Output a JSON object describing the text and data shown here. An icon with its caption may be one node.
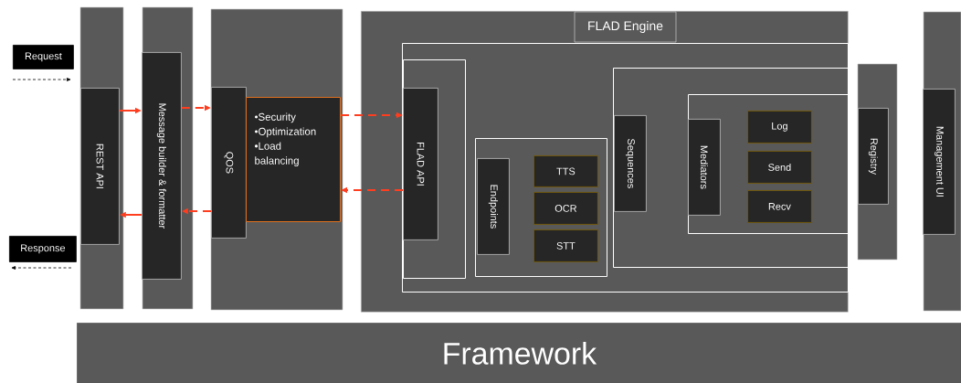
{
  "diagram": {
    "nodes": [
      {
        "text": [
          "Request"
        ]
      },
      {
        "text": [
          "Response"
        ]
      },
      {
        "text": [
          "REST API"
        ]
      },
      {
        "text": [
          "Message builder & formatter"
        ]
      },
      {
        "text": [
          "QOS"
        ]
      },
      {
        "text": [
          "•Security",
          "•Optimization",
          "•Load balancing"
        ]
      },
      {
        "text": [
          "FLAD Engine"
        ]
      },
      {
        "text": [],
        "shape": "box",
        "in": 6
      },
      {
        "text": [],
        "shape": "box",
        "in": 7
      },
      {
        "text": [
          "FLAD API"
        ],
        "in": 8
      },
      {
        "text": [],
        "shape": "box",
        "in": 7
      },
      {
        "text": [
          "Endpoints"
        ],
        "in": 10
      },
      {
        "text": [
          "TTS"
        ],
        "in": 10
      },
      {
        "text": [
          "OCR"
        ],
        "in": 10
      },
      {
        "text": [
          "STT"
        ],
        "in": 10
      },
      {
        "text": [],
        "shape": "box",
        "in": 7
      },
      {
        "text": [
          "Sequences"
        ],
        "in": 15
      },
      {
        "text": [],
        "shape": "box",
        "in": 15
      },
      {
        "text": [
          "Mediators"
        ],
        "in": 17
      },
      {
        "text": [
          "Log"
        ],
        "in": 17
      },
      {
        "text": [
          "Send"
        ],
        "in": 17
      },
      {
        "text": [
          "Recv"
        ],
        "in": 17
      },
      {
        "text": [
          "Registry"
        ]
      },
      {
        "text": [
          "Management UI"
        ]
      },
      {
        "text": [
          "Framework"
        ]
      }
    ],
    "edges": [
      {
        "from": 2,
        "to": 3,
        "arrow": "to"
      },
      {
        "from": 3,
        "to": 4,
        "arrow": "to",
        "style": "dashed"
      },
      {
        "from": 5,
        "to": 9,
        "arrow": "to",
        "style": "dashed"
      },
      {
        "from": 9,
        "to": 5,
        "arrow": "to",
        "style": "dashed"
      },
      {
        "from": 4,
        "to": 3,
        "arrow": "to",
        "style": "dashed"
      },
      {
        "from": 3,
        "to": 2,
        "arrow": "to"
      }
    ]
  }
}
